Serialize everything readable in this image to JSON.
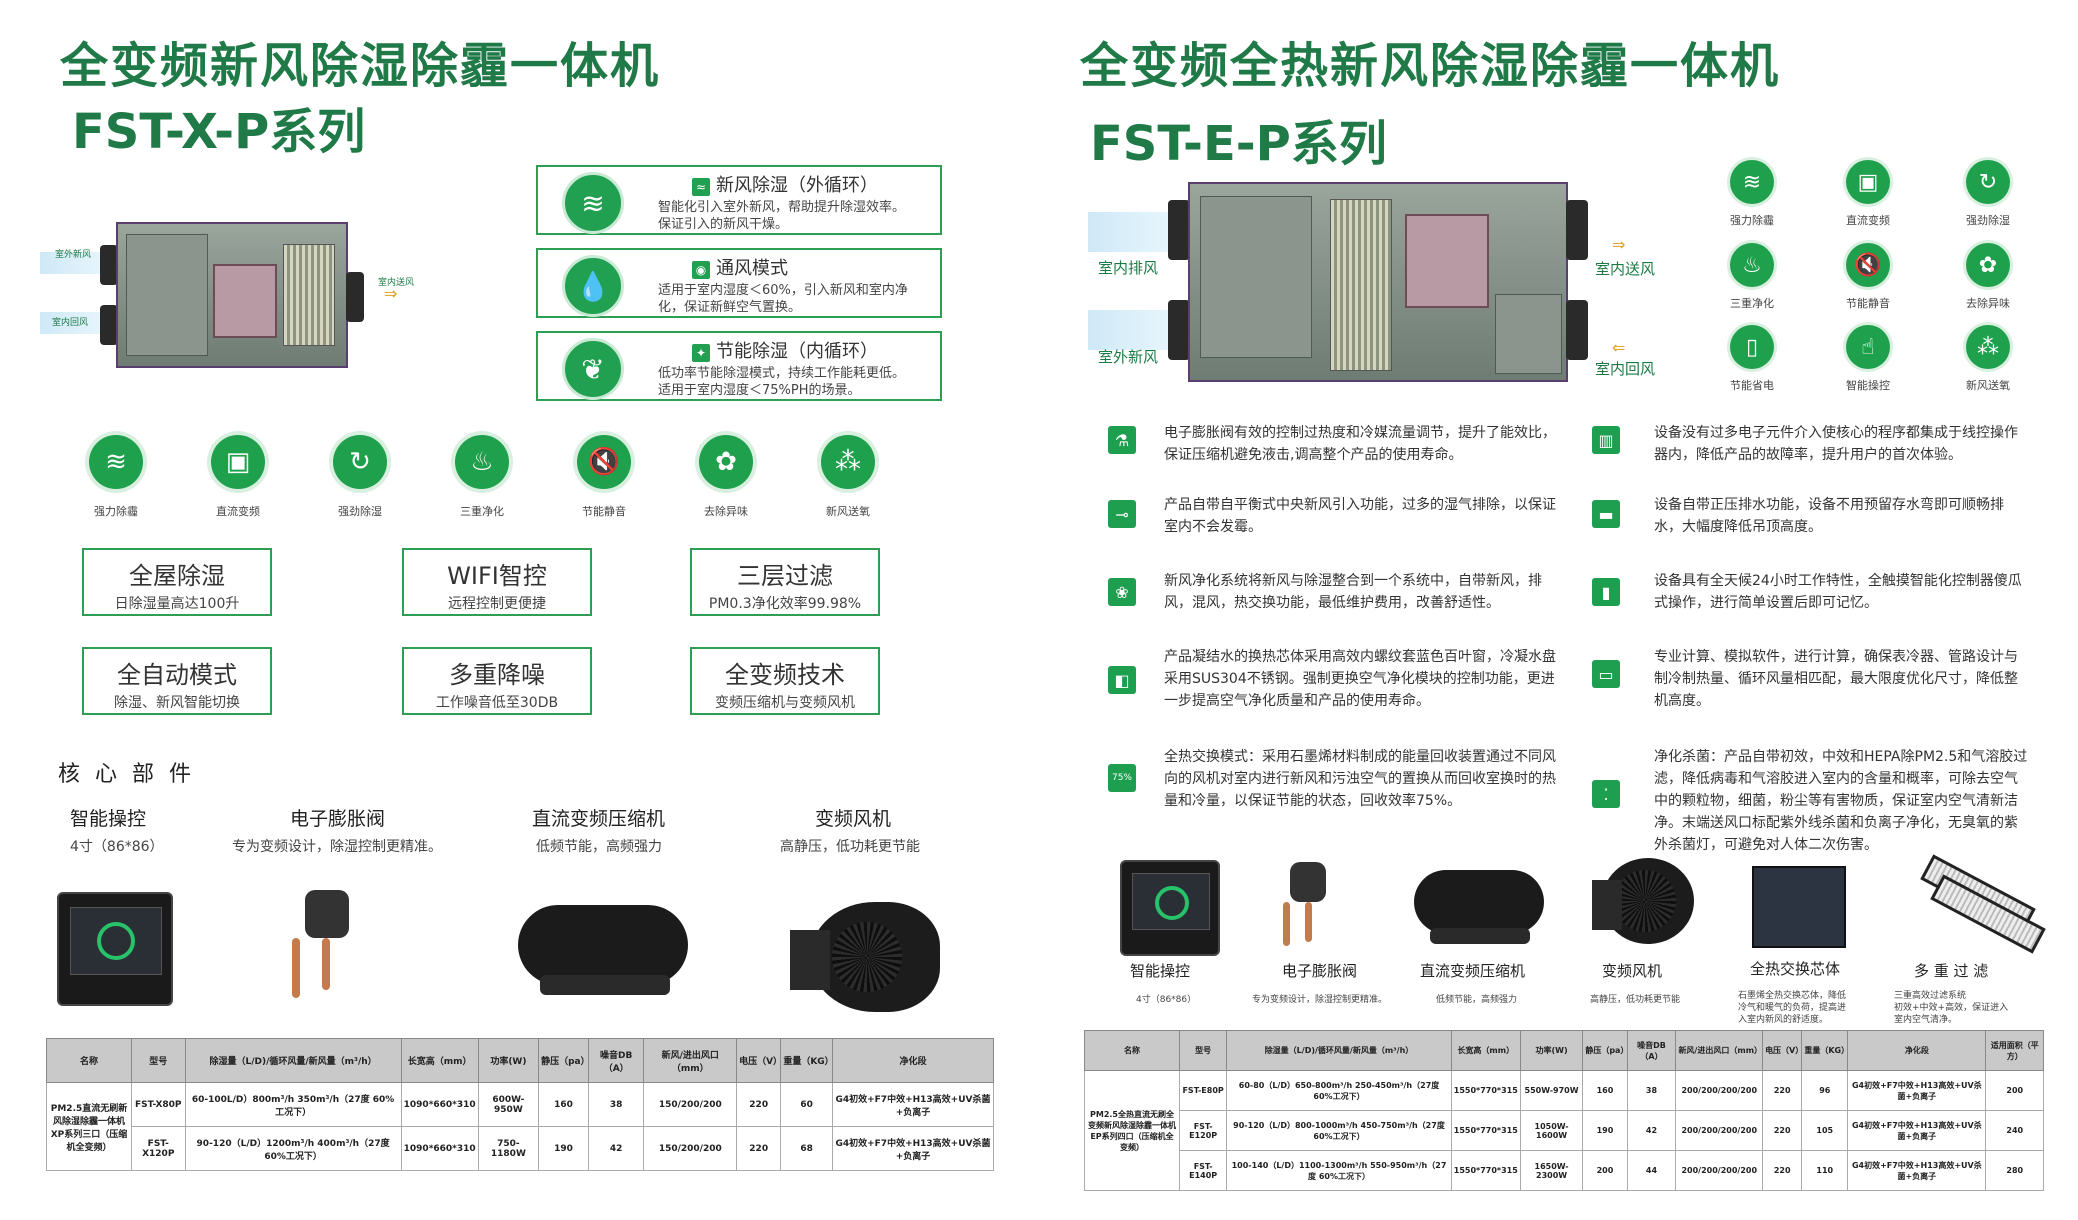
{
  "left": {
    "title": "全变频新风除湿除霾一体机",
    "series": "FST-X-P系列",
    "machine_labels": {
      "outdoor_fresh": "室外新风",
      "indoor_return": "室内回风",
      "indoor_supply": "室内送风"
    },
    "modes": [
      {
        "title": "新风除湿（外循环）",
        "desc1": "智能化引入室外新风，帮助提升除湿效率。",
        "desc2": "保证引入的新风干燥。"
      },
      {
        "title": "通风模式",
        "desc1": "适用于室内湿度＜60%，引入新风和室内净",
        "desc2": "化，保证新鲜空气置换。"
      },
      {
        "title": "节能除湿（内循环）",
        "desc1": "低功率节能除湿模式，持续工作能耗更低。",
        "desc2": "适用于室内湿度＜75%PH的场景。"
      }
    ],
    "icons": [
      {
        "label": "强力除霾",
        "icon": "cloud-haze-icon",
        "glyph": "≋"
      },
      {
        "label": "直流变频",
        "icon": "dc-inverter-icon",
        "glyph": "▣"
      },
      {
        "label": "强劲除湿",
        "icon": "droplet-cycle-icon",
        "glyph": "↻"
      },
      {
        "label": "三重净化",
        "icon": "leaf-drop-icon",
        "glyph": "♨"
      },
      {
        "label": "节能静音",
        "icon": "mute-speaker-icon",
        "glyph": "🔇"
      },
      {
        "label": "去除异味",
        "icon": "odor-icon",
        "glyph": "✿"
      },
      {
        "label": "新风送氧",
        "icon": "oxygen-icon",
        "glyph": "⁂"
      }
    ],
    "features": [
      {
        "title": "全屋除湿",
        "sub": "日除湿量高达100升"
      },
      {
        "title": "WIFI智控",
        "sub": "远程控制更便捷"
      },
      {
        "title": "三层过滤",
        "sub": "PM0.3净化效率99.98%"
      },
      {
        "title": "全自动模式",
        "sub": "除湿、新风智能切换"
      },
      {
        "title": "多重降噪",
        "sub": "工作噪音低至30DB"
      },
      {
        "title": "全变频技术",
        "sub": "变频压缩机与变频风机"
      }
    ],
    "core_title": "核 心 部 件",
    "components": [
      {
        "name": "智能操控",
        "desc": "4寸（86*86）"
      },
      {
        "name": "电子膨胀阀",
        "desc": "专为变频设计，除湿控制更精准。"
      },
      {
        "name": "直流变频压缩机",
        "desc": "低频节能，高频强力"
      },
      {
        "name": "变频风机",
        "desc": "高静压，低功耗更节能"
      }
    ],
    "table": {
      "headers": [
        "名称",
        "型号",
        "除湿量（L/D)/循环风量/新风量（m³/h）",
        "长宽高（mm）",
        "功率(W)",
        "静压（pa）",
        "噪音DB（A）",
        "新风/进出风口（mm）",
        "电压（V）",
        "重量（KG）",
        "净化段"
      ],
      "name_cell": "PM2.5直流无刷新风除湿除霾一体机XP系列三口（压缩机全变频）",
      "rows": [
        [
          "FST-X80P",
          "60-100L/D）800m³/h 350m³/h（27度 60%工况下）",
          "1090*660*310",
          "600W-950W",
          "160",
          "38",
          "150/200/200",
          "220",
          "60",
          "G4初效+F7中效+H13高效+UV杀菌+负离子"
        ],
        [
          "FST-X120P",
          "90-120（L/D）1200m³/h 400m³/h（27度 60%工况下）",
          "1090*660*310",
          "750-1180W",
          "190",
          "42",
          "150/200/200",
          "220",
          "68",
          "G4初效+F7中效+H13高效+UV杀菌+负离子"
        ]
      ]
    }
  },
  "right": {
    "title": "全变频全热新风除湿除霾一体机",
    "series": "FST-E-P系列",
    "machine_labels": {
      "indoor_exhaust": "室内排风",
      "outdoor_fresh": "室外新风",
      "indoor_supply": "室内送风",
      "indoor_return": "室内回风"
    },
    "icons": [
      {
        "label": "强力除霾",
        "icon": "cloud-haze-icon",
        "glyph": "≋"
      },
      {
        "label": "直流变频",
        "icon": "dc-inverter-icon",
        "glyph": "▣"
      },
      {
        "label": "强劲除湿",
        "icon": "droplet-cycle-icon",
        "glyph": "↻"
      },
      {
        "label": "三重净化",
        "icon": "leaf-drop-icon",
        "glyph": "♨"
      },
      {
        "label": "节能静音",
        "icon": "mute-speaker-icon",
        "glyph": "🔇"
      },
      {
        "label": "去除异味",
        "icon": "odor-icon",
        "glyph": "✿"
      },
      {
        "label": "节能省电",
        "icon": "battery-icon",
        "glyph": "▯"
      },
      {
        "label": "智能操控",
        "icon": "smart-control-icon",
        "glyph": "☝"
      },
      {
        "label": "新风送氧",
        "icon": "oxygen-icon",
        "glyph": "⁂"
      }
    ],
    "descriptions": [
      {
        "text": "电子膨胀阀有效的控制过热度和冷媒流量调节，提升了能效比，保证压缩机避免液击,调高整个产品的使用寿命。"
      },
      {
        "text": "设备没有过多电子元件介入使核心的程序都集成于线控操作器内，降低产品的故障率，提升用户的首次体验。"
      },
      {
        "text": "产品自带自平衡式中央新风引入功能，过多的湿气排除，以保证室内不会发霉。"
      },
      {
        "text": "设备自带正压排水功能，设备不用预留存水弯即可顺畅排水，大幅度降低吊顶高度。"
      },
      {
        "text": "新风净化系统将新风与除湿整合到一个系统中，自带新风，排风，混风，热交换功能，最低维护费用，改善舒适性。"
      },
      {
        "text": "设备具有全天候24小时工作特性，全触摸智能化控制器傻瓜式操作，进行简单设置后即可记忆。"
      },
      {
        "text": "产品凝结水的换热芯体采用高效内螺纹套蓝色百叶窗，冷凝水盘采用SUS304不锈钢。强制更换空气净化模块的控制功能，更进一步提高空气净化质量和产品的使用寿命。"
      },
      {
        "text": "专业计算、模拟软件，进行计算，确保表冷器、管路设计与制冷制热量、循环风量相匹配，最大限度优化尺寸，降低整机高度。"
      },
      {
        "text": "全热交换模式：采用石墨烯材料制成的能量回收装置通过不同风向的风机对室内进行新风和污浊空气的置换从而回收室换时的热量和冷量，以保证节能的状态，回收效率75%。"
      },
      {
        "text": "净化杀菌：产品自带初效，中效和HEPA除PM2.5和气溶胶过滤，降低病毒和气溶胶进入室内的含量和概率，可除去空气中的颗粒物，细菌，粉尘等有害物质，保证室内空气清新洁净。末端送风口标配紫外线杀菌和负离子净化，无臭氧的紫外杀菌灯，可避免对人体二次伤害。"
      }
    ],
    "desc_icon_glyphs": [
      "⚗",
      "▥",
      "⊸",
      "▬",
      "❀",
      "▮",
      "◧",
      "▭",
      "75%",
      "⁚"
    ],
    "components": [
      {
        "name": "智能操控",
        "desc1": "4寸（86*86）",
        "desc2": ""
      },
      {
        "name": "电子膨胀阀",
        "desc1": "专为变频设计，除湿控制更精准。",
        "desc2": ""
      },
      {
        "name": "直流变频压缩机",
        "desc1": "低频节能，高频强力",
        "desc2": ""
      },
      {
        "name": "变频风机",
        "desc1": "高静压，低功耗更节能",
        "desc2": ""
      },
      {
        "name": "全热交换芯体",
        "desc1": "石墨烯全热交换芯体，降低",
        "desc2": "冷气和暖气的负荷，提高进",
        "desc3": "入室内新风的舒适度。"
      },
      {
        "name": "多 重 过 滤",
        "desc1": "三重高效过滤系统",
        "desc2": "初效+中效+高效，保证进入",
        "desc3": "室内空气清净。"
      }
    ],
    "table": {
      "headers": [
        "名称",
        "型号",
        "除湿量（L/D)/循环风量/新风量（m³/h）",
        "长宽高（mm）",
        "功率(W)",
        "静压（pa）",
        "噪音DB（A）",
        "新风/进出风口（mm）",
        "电压（V）",
        "重量（KG）",
        "净化段",
        "适用面积（平方）"
      ],
      "name_cell": "PM2.5全热直流无刷全变频新风除湿除霾一体机EP系列四口（压缩机全变频）",
      "rows": [
        [
          "FST-E80P",
          "60-80（L/D）650-800m³/h 250-450m³/h（27度 60%工况下）",
          "1550*770*315",
          "550W-970W",
          "160",
          "38",
          "200/200/200/200",
          "220",
          "96",
          "G4初效+F7中效+H13高效+UV杀菌+负离子",
          "200"
        ],
        [
          "FST-E120P",
          "90-120（L/D）800-1000m³/h 450-750m³/h（27度 60%工况下）",
          "1550*770*315",
          "1050W-1600W",
          "190",
          "42",
          "200/200/200/200",
          "220",
          "105",
          "G4初效+F7中效+H13高效+UV杀菌+负离子",
          "240"
        ],
        [
          "FST-E140P",
          "100-140（L/D）1100-1300m³/h 550-950m³/h（27度 60%工况下）",
          "1550*770*315",
          "1650W-2300W",
          "200",
          "44",
          "200/200/200/200",
          "220",
          "110",
          "G4初效+F7中效+H13高效+UV杀菌+负离子",
          "280"
        ]
      ]
    }
  }
}
